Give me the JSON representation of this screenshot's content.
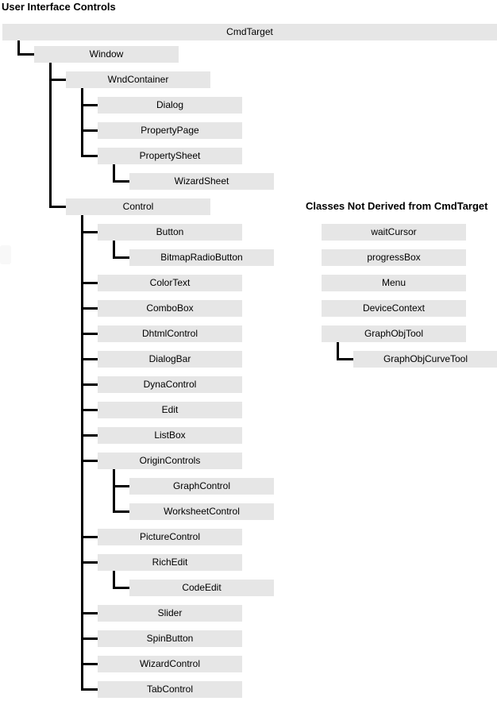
{
  "page": {
    "title": "User Interface Controls"
  },
  "colors": {
    "background": "#ffffff",
    "box_fill": "#e6e6e6",
    "connector": "#000000",
    "text": "#000000"
  },
  "main_tree": {
    "nodes": [
      {
        "label": "CmdTarget",
        "level": 0,
        "row": 0,
        "parent": null,
        "full_width": true
      },
      {
        "label": "Window",
        "level": 1,
        "row": 1,
        "parent": "CmdTarget"
      },
      {
        "label": "WndContainer",
        "level": 2,
        "row": 2,
        "parent": "Window"
      },
      {
        "label": "Dialog",
        "level": 3,
        "row": 3,
        "parent": "WndContainer"
      },
      {
        "label": "PropertyPage",
        "level": 3,
        "row": 4,
        "parent": "WndContainer"
      },
      {
        "label": "PropertySheet",
        "level": 3,
        "row": 5,
        "parent": "WndContainer"
      },
      {
        "label": "WizardSheet",
        "level": 4,
        "row": 6,
        "parent": "PropertySheet"
      },
      {
        "label": "Control",
        "level": 2,
        "row": 7,
        "parent": "Window"
      },
      {
        "label": "Button",
        "level": 3,
        "row": 8,
        "parent": "Control"
      },
      {
        "label": "BitmapRadioButton",
        "level": 4,
        "row": 9,
        "parent": "Button"
      },
      {
        "label": "ColorText",
        "level": 3,
        "row": 10,
        "parent": "Control"
      },
      {
        "label": "ComboBox",
        "level": 3,
        "row": 11,
        "parent": "Control"
      },
      {
        "label": "DhtmlControl",
        "level": 3,
        "row": 12,
        "parent": "Control"
      },
      {
        "label": "DialogBar",
        "level": 3,
        "row": 13,
        "parent": "Control"
      },
      {
        "label": "DynaControl",
        "level": 3,
        "row": 14,
        "parent": "Control"
      },
      {
        "label": "Edit",
        "level": 3,
        "row": 15,
        "parent": "Control"
      },
      {
        "label": "ListBox",
        "level": 3,
        "row": 16,
        "parent": "Control"
      },
      {
        "label": "OriginControls",
        "level": 3,
        "row": 17,
        "parent": "Control"
      },
      {
        "label": "GraphControl",
        "level": 4,
        "row": 18,
        "parent": "OriginControls"
      },
      {
        "label": "WorksheetControl",
        "level": 4,
        "row": 19,
        "parent": "OriginControls"
      },
      {
        "label": "PictureControl",
        "level": 3,
        "row": 20,
        "parent": "Control"
      },
      {
        "label": "RichEdit",
        "level": 3,
        "row": 21,
        "parent": "Control"
      },
      {
        "label": "CodeEdit",
        "level": 4,
        "row": 22,
        "parent": "RichEdit"
      },
      {
        "label": "Slider",
        "level": 3,
        "row": 23,
        "parent": "Control"
      },
      {
        "label": "SpinButton",
        "level": 3,
        "row": 24,
        "parent": "Control"
      },
      {
        "label": "WizardControl",
        "level": 3,
        "row": 25,
        "parent": "Control"
      },
      {
        "label": "TabControl",
        "level": 3,
        "row": 26,
        "parent": "Control"
      }
    ]
  },
  "side_section": {
    "title": "Classes Not Derived from CmdTarget",
    "nodes": [
      {
        "label": "waitCursor",
        "level": 0,
        "row": 0,
        "parent": null
      },
      {
        "label": "progressBox",
        "level": 0,
        "row": 1,
        "parent": null
      },
      {
        "label": "Menu",
        "level": 0,
        "row": 2,
        "parent": null
      },
      {
        "label": "DeviceContext",
        "level": 0,
        "row": 3,
        "parent": null
      },
      {
        "label": "GraphObjTool",
        "level": 0,
        "row": 4,
        "parent": null
      },
      {
        "label": "GraphObjCurveTool",
        "level": 1,
        "row": 5,
        "parent": "GraphObjTool"
      }
    ]
  }
}
